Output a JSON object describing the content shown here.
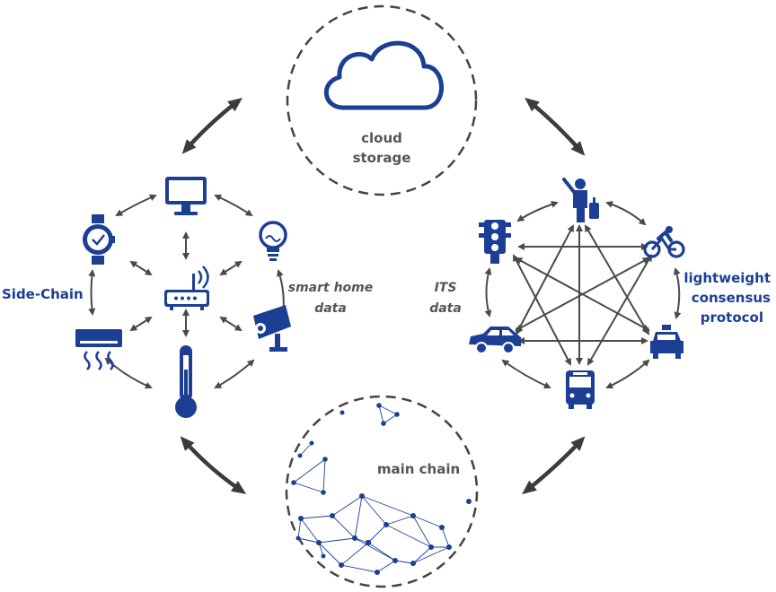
{
  "labels": {
    "cloud_line1": "cloud",
    "cloud_line2": "storage",
    "main_chain": "main chain",
    "side_chain": "Side-Chain",
    "smart_home_line1": "smart home",
    "smart_home_line2": "data",
    "its_line1": "ITS",
    "its_line2": "data",
    "consensus_line1": "lightweight",
    "consensus_line2": "consensus",
    "consensus_line3": "protocol"
  },
  "smart_home_devices": [
    "monitor-icon",
    "bulb-icon",
    "camera-icon",
    "thermometer-icon",
    "air-conditioner-icon",
    "watch-icon",
    "router-icon"
  ],
  "its_devices": [
    "pedestrian-icon",
    "bicycle-icon",
    "taxi-icon",
    "bus-icon",
    "car-icon",
    "traffic-light-icon"
  ],
  "colors": {
    "accent_blue": "#1c3f94",
    "arrow_gray": "#4a4a4a",
    "text_gray": "#555555",
    "dashed_circle": "#444444"
  }
}
